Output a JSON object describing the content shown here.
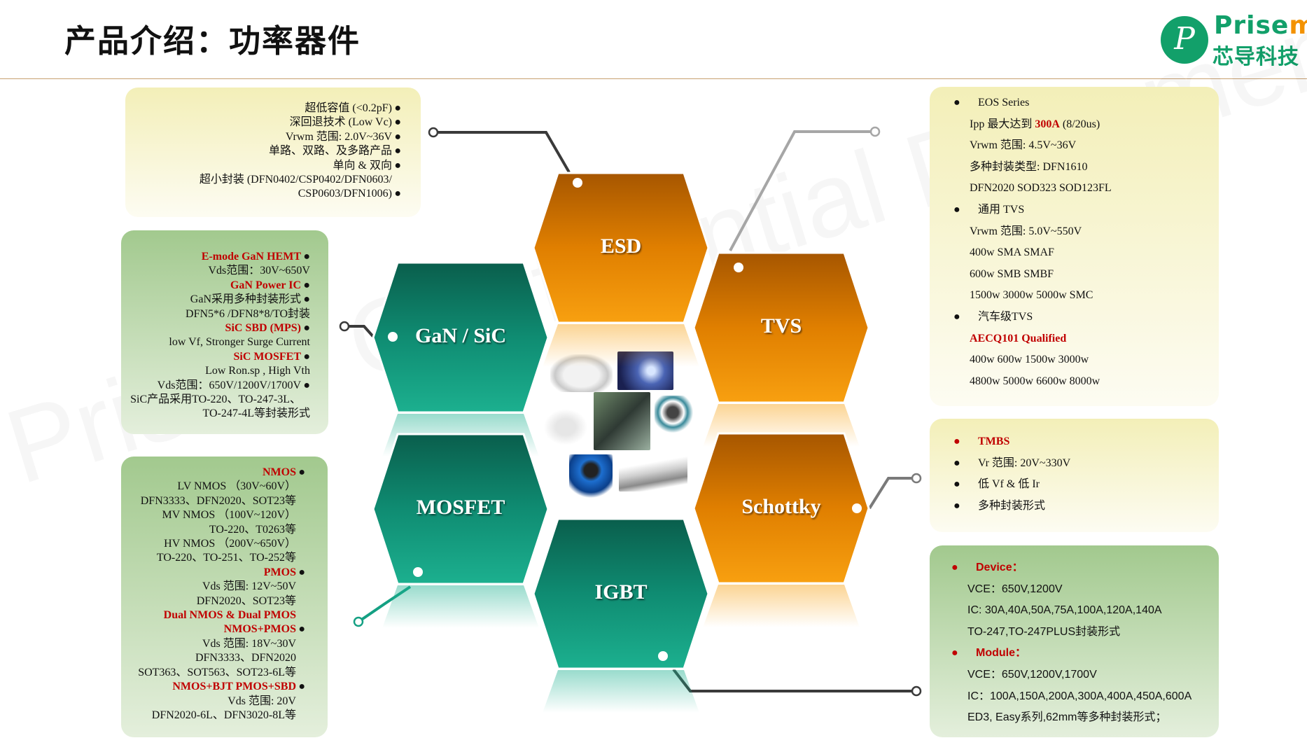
{
  "header": {
    "title": "产品介绍：功率器件"
  },
  "logo": {
    "en_main": "Prise",
    "en_tail": "m",
    "cn": "芯导科技",
    "mark": "P"
  },
  "watermark": "Prisem Confidential Document",
  "colors": {
    "orange": "#f39200",
    "teal": "#0f8c72",
    "red": "#c00000",
    "brand_green": "#12a06a"
  },
  "hexagons": [
    {
      "id": "esd",
      "label": "ESD",
      "color": "orange"
    },
    {
      "id": "tvs",
      "label": "TVS",
      "color": "orange"
    },
    {
      "id": "gan-sic",
      "label": "GaN / SiC",
      "color": "teal"
    },
    {
      "id": "mosfet",
      "label": "MOSFET",
      "color": "teal"
    },
    {
      "id": "schottky",
      "label": "Schottky",
      "color": "orange"
    },
    {
      "id": "igbt",
      "label": "IGBT",
      "color": "teal"
    }
  ],
  "boxes": {
    "esd": [
      {
        "text": "超低容值 (<0.2pF)",
        "bullet": true
      },
      {
        "text": "深回退技术 (Low Vc)",
        "bullet": true
      },
      {
        "text": "Vrwm 范围: 2.0V~36V",
        "bullet": true
      },
      {
        "text": "单路、双路、及多路产品",
        "bullet": true
      },
      {
        "text": "单向 & 双向",
        "bullet": true
      },
      {
        "text": "超小封装 (DFN0402/CSP0402/DFN0603/",
        "bullet": false,
        "pad": true
      },
      {
        "text": "CSP0603/DFN1006)",
        "bullet": true
      }
    ],
    "gan": [
      {
        "text": "E-mode GaN HEMT",
        "red": true,
        "bullet": true
      },
      {
        "text": "Vds范围：30V~650V"
      },
      {
        "text": "GaN Power IC",
        "red": true,
        "bullet": true
      },
      {
        "text": "GaN采用多种封装形式",
        "bullet": true
      },
      {
        "text": "DFN5*6 /DFN8*8/TO封装"
      },
      {
        "text": "SiC SBD (MPS)",
        "red": true,
        "bullet": true
      },
      {
        "text": "low Vf,  Stronger Surge Current"
      },
      {
        "text": "SiC MOSFET",
        "red": true,
        "bullet": true
      },
      {
        "text": "Low Ron.sp , High Vth"
      },
      {
        "text": "Vds范围：650V/1200V/1700V",
        "bullet": true
      },
      {
        "text": "SiC产品采用TO-220、TO-247-3L、",
        "pad": true
      },
      {
        "text": "TO-247-4L等封装形式"
      }
    ],
    "mosfet": [
      {
        "text": "NMOS",
        "red": true,
        "bullet": true
      },
      {
        "text": "LV NMOS （30V~60V）",
        "pad": true
      },
      {
        "text": "DFN3333、DFN2020、SOT23等",
        "pad": true
      },
      {
        "text": "MV NMOS （100V~120V）",
        "pad": true
      },
      {
        "text": "TO-220、T0263等",
        "pad": true
      },
      {
        "text": "HV NMOS （200V~650V）",
        "pad": true
      },
      {
        "text": "TO-220、TO-251、TO-252等",
        "pad": true
      },
      {
        "text": "PMOS",
        "red": true,
        "bullet": true
      },
      {
        "text": "Vds 范围: 12V~50V",
        "pad": true
      },
      {
        "text": "DFN2020、SOT23等",
        "pad": true
      },
      {
        "text": "Dual NMOS & Dual PMOS",
        "red": true,
        "pad": true
      },
      {
        "text": "NMOS+PMOS",
        "red": true,
        "bullet": true
      },
      {
        "text": "Vds 范围: 18V~30V",
        "pad": true
      },
      {
        "text": "DFN3333、DFN2020",
        "pad": true
      },
      {
        "text": "SOT363、SOT563、SOT23-6L等",
        "pad": true
      },
      {
        "text": "NMOS+BJT PMOS+SBD",
        "red": true,
        "bullet": true
      },
      {
        "text": "Vds 范围: 20V",
        "pad": true
      },
      {
        "text": "DFN2020-6L、DFN3020-8L等",
        "pad": true
      }
    ],
    "tvs": [
      {
        "text": "EOS Series",
        "bullet": true
      },
      {
        "text": "Ipp 最大达到 ",
        "red_tail": "300A",
        "tail": " (8/20us)"
      },
      {
        "text": "Vrwm 范围: 4.5V~36V"
      },
      {
        "text": "多种封装类型: DFN1610"
      },
      {
        "text": "DFN2020 SOD323 SOD123FL"
      },
      {
        "text": "通用 TVS",
        "bullet": true
      },
      {
        "text": "Vrwm 范围: 5.0V~550V"
      },
      {
        "text": "400w SMA SMAF"
      },
      {
        "text": "600w SMB SMBF"
      },
      {
        "text": "1500w 3000w 5000w SMC"
      },
      {
        "text": "汽车级TVS",
        "bullet": true
      },
      {
        "text": "AECQ101 Qualified",
        "red": true
      },
      {
        "text": "400w 600w 1500w 3000w"
      },
      {
        "text": "4800w 5000w 6600w 8000w"
      }
    ],
    "schottky": [
      {
        "text": "TMBS",
        "red": true,
        "bullet": true,
        "red_bullet": true
      },
      {
        "text": "Vr 范围: 20V~330V",
        "bullet": true
      },
      {
        "text": "低 Vf & 低 Ir",
        "bullet": true
      },
      {
        "text": "多种封装形式",
        "bullet": true
      }
    ],
    "igbt": [
      {
        "text": "Device：",
        "red": true,
        "bullet": true,
        "red_bullet": true
      },
      {
        "text": "VCE：650V,1200V"
      },
      {
        "text": "IC: 30A,40A,50A,75A,100A,120A,140A"
      },
      {
        "text": "TO-247,TO-247PLUS封装形式"
      },
      {
        "text": "Module：",
        "red": true,
        "bullet": true,
        "red_bullet": true
      },
      {
        "text": "VCE：650V,1200V,1700V"
      },
      {
        "text": "IC：100A,150A,200A,300A,400A,450A,600A"
      },
      {
        "text": "ED3, Easy系列,62mm等多种封装形式；"
      }
    ]
  }
}
